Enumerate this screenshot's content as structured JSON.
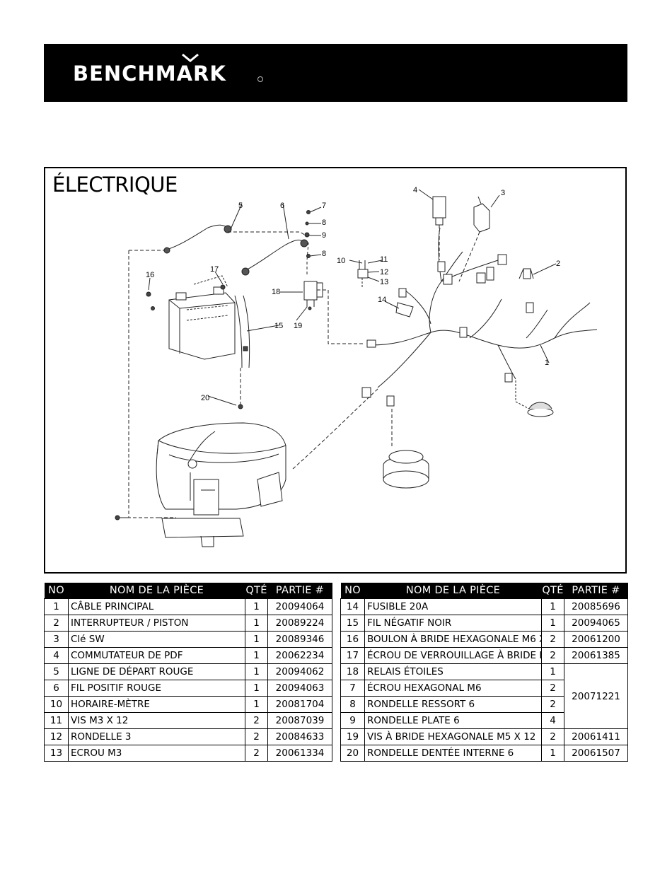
{
  "brand": {
    "name": "BENCHMARK"
  },
  "diagram": {
    "title": "ÉLECTRIQUE",
    "callouts": [
      "1",
      "2",
      "3",
      "4",
      "5",
      "6",
      "7",
      "8",
      "8",
      "9",
      "10",
      "11",
      "12",
      "13",
      "14",
      "15",
      "16",
      "17",
      "18",
      "19",
      "20"
    ]
  },
  "table_headers": {
    "no": "NO",
    "name": "NOM DE LA PIÈCE",
    "qty": "QTÉ",
    "part": "PARTIE #"
  },
  "left_rows": [
    {
      "no": "1",
      "name": "CÂBLE PRINCIPAL",
      "qty": "1",
      "part": "20094064"
    },
    {
      "no": "2",
      "name": "INTERRUPTEUR / PISTON",
      "qty": "1",
      "part": "20089224"
    },
    {
      "no": "3",
      "name": "Clé SW",
      "qty": "1",
      "part": "20089346"
    },
    {
      "no": "4",
      "name": "COMMUTATEUR DE PDF",
      "qty": "1",
      "part": "20062234"
    },
    {
      "no": "5",
      "name": "LIGNE DE DÉPART ROUGE",
      "qty": "1",
      "part": "20094062"
    },
    {
      "no": "6",
      "name": "FIL POSITIF ROUGE",
      "qty": "1",
      "part": "20094063"
    },
    {
      "no": "10",
      "name": "HORAIRE-MÈTRE",
      "qty": "1",
      "part": "20081704"
    },
    {
      "no": "11",
      "name": "VIS M3 X 12",
      "qty": "2",
      "part": "20087039"
    },
    {
      "no": "12",
      "name": "RONDELLE 3",
      "qty": "2",
      "part": "20084633"
    },
    {
      "no": "13",
      "name": "ECROU M3",
      "qty": "2",
      "part": "20061334"
    }
  ],
  "right_rows": [
    {
      "no": "14",
      "name": "FUSIBLE 20A",
      "qty": "1",
      "part": "20085696"
    },
    {
      "no": "15",
      "name": "FIL NÉGATIF NOIR",
      "qty": "1",
      "part": "20094065"
    },
    {
      "no": "16",
      "name": "BOULON À BRIDE HEXAGONALE M6 X",
      "qty": "2",
      "part": "20061200"
    },
    {
      "no": "17",
      "name": "ÉCROU DE VERROUILLAGE À BRIDE HE",
      "qty": "2",
      "part": "20061385"
    },
    {
      "no": "18",
      "name": "RELAIS ÉTOILES",
      "qty": "1"
    },
    {
      "no": "7",
      "name": "ÉCROU HEXAGONAL M6",
      "qty": "2"
    },
    {
      "no": "8",
      "name": "RONDELLE RESSORT 6",
      "qty": "2"
    },
    {
      "no": "9",
      "name": "RONDELLE PLATE 6",
      "qty": "4"
    },
    {
      "no": "19",
      "name": "VIS À BRIDE HEXAGONALE M5 X 12",
      "qty": "2",
      "part": "20061411"
    },
    {
      "no": "20",
      "name": "RONDELLE DENTÉE INTERNE 6",
      "qty": "1",
      "part": "20061507"
    }
  ],
  "shared_part": "20071221",
  "colors": {
    "header_bg": "#000000",
    "header_text": "#ffffff"
  }
}
